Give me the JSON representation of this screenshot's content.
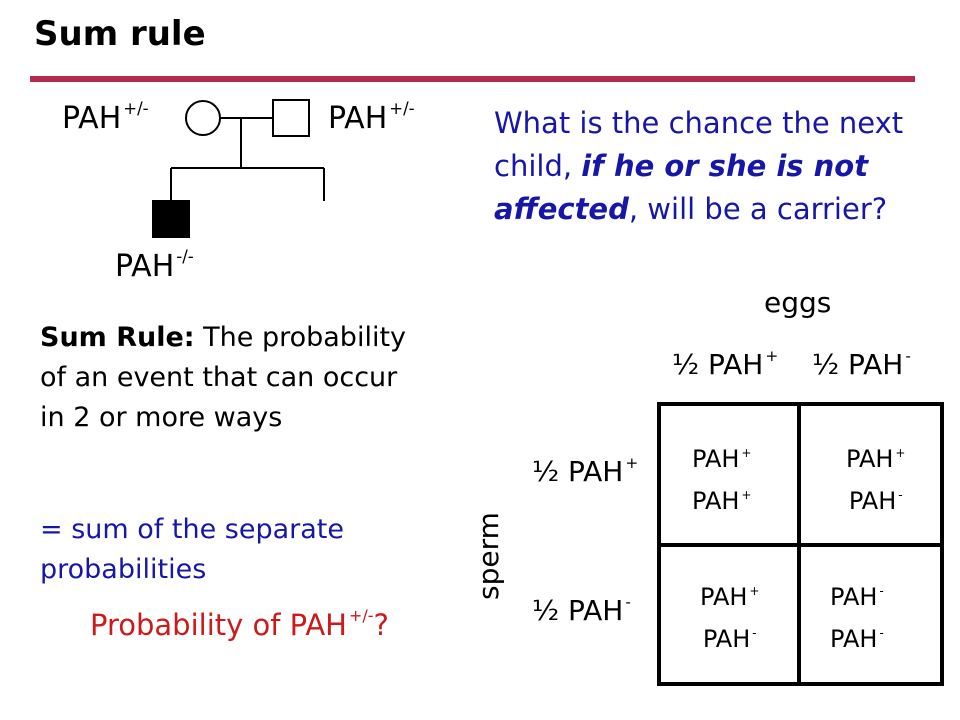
{
  "title": "Sum rule",
  "pedigree": {
    "gene": "PAH",
    "mother_genotype": "+/-",
    "father_genotype": "+/-",
    "child_genotype": "-/-"
  },
  "question": {
    "part1": "What is the chance the next child, ",
    "emphasis": "if he or she is not affected",
    "part2": ", will be a carrier?"
  },
  "sum_rule": {
    "term": "Sum Rule:",
    "definition": " The probability of an event that can occur in 2 or more ways",
    "continuation": "= sum of the separate probabilities"
  },
  "probability_question": {
    "prefix": "Probability of PAH",
    "superscript": "+/-",
    "suffix": "?"
  },
  "punnett": {
    "eggs_label": "eggs",
    "sperm_label": "sperm",
    "fraction": "½",
    "gene": "PAH",
    "egg_alleles": [
      "+",
      "-"
    ],
    "sperm_alleles": [
      "+",
      "-"
    ],
    "cells": [
      {
        "top": "+",
        "bottom": "+"
      },
      {
        "top": "+",
        "bottom": "-"
      },
      {
        "top": "+",
        "bottom": "-"
      },
      {
        "top": "-",
        "bottom": "-"
      }
    ]
  },
  "colors": {
    "title_rule": "#b32b4e",
    "question_text": "#1616a8",
    "probability_text": "#cc1a1a"
  }
}
